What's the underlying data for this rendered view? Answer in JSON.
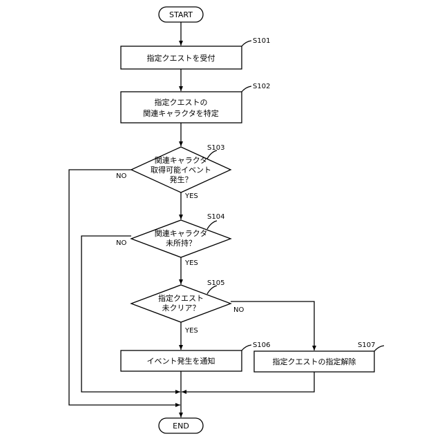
{
  "start": "START",
  "end": "END",
  "steps": {
    "s101": {
      "id": "S101",
      "lines": [
        "指定クエストを受付"
      ]
    },
    "s102": {
      "id": "S102",
      "lines": [
        "指定クエストの",
        "関連キャラクタを特定"
      ]
    },
    "s103": {
      "id": "S103",
      "lines": [
        "関連キャラクタ",
        "取得可能イベント",
        "発生？"
      ]
    },
    "s104": {
      "id": "S104",
      "lines": [
        "関連キャラクタ",
        "未所持？"
      ]
    },
    "s105": {
      "id": "S105",
      "lines": [
        "指定クエスト",
        "未クリア？"
      ]
    },
    "s106": {
      "id": "S106",
      "lines": [
        "イベント発生を通知"
      ]
    },
    "s107": {
      "id": "S107",
      "lines": [
        "指定クエストの指定解除"
      ]
    }
  },
  "branch_labels": {
    "s103_no": "NO",
    "s103_yes": "YES",
    "s104_no": "NO",
    "s104_yes": "YES",
    "s105_no": "NO",
    "s105_yes": "YES"
  }
}
